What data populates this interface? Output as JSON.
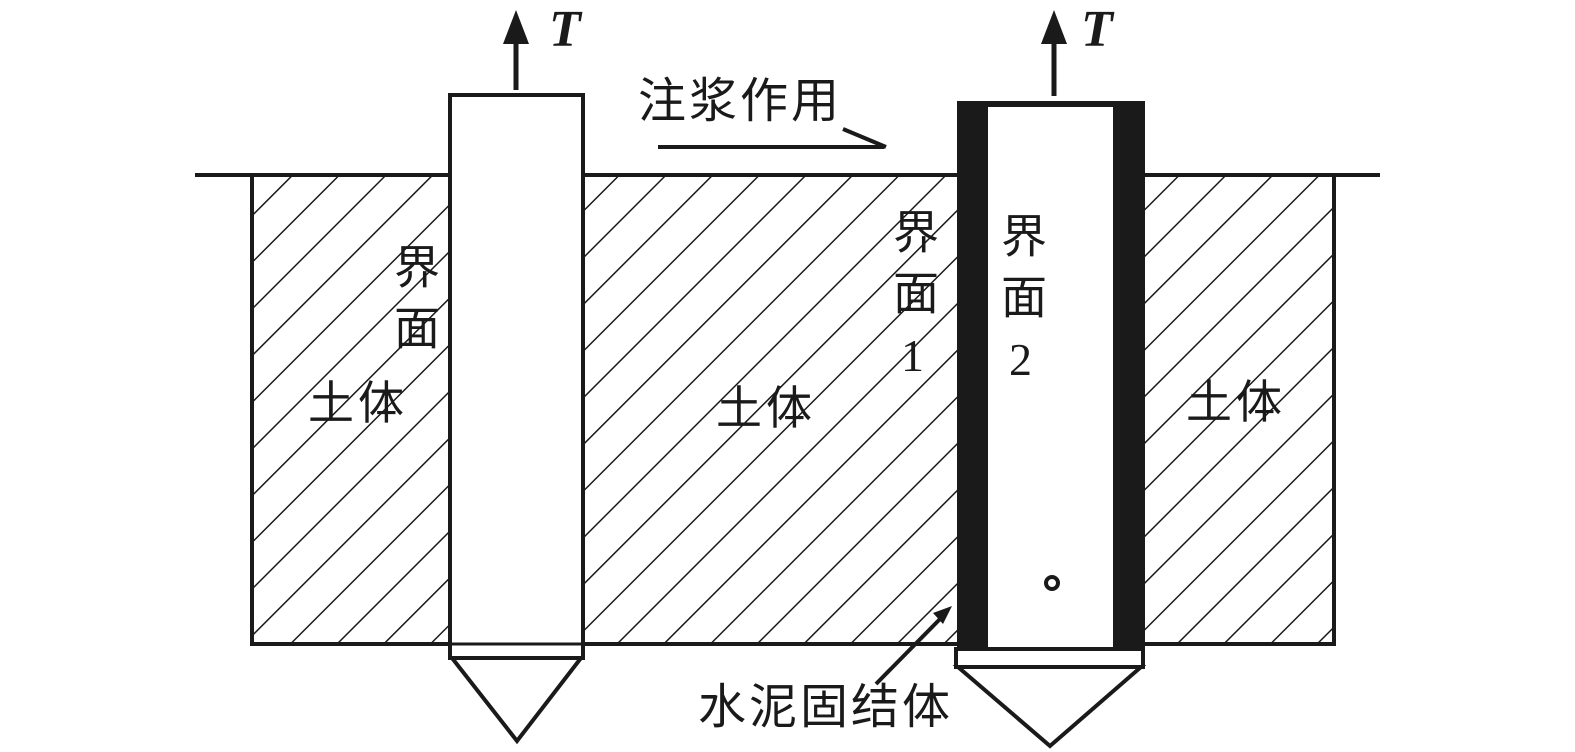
{
  "diagram": {
    "description_labels": {
      "force_left": "T",
      "force_right": "T",
      "grouting": "注浆作用",
      "interface_plain": "界面",
      "interface_1": "界面1",
      "interface_2": "界面2",
      "soil_left": "土体",
      "soil_middle": "土体",
      "soil_right": "土体",
      "cement": "水泥固结体"
    },
    "colors": {
      "ink": "#1a1a1a",
      "paper": "#ffffff",
      "grout_fill": "#1a1a1a",
      "pile_fill": "#ffffff"
    },
    "icons": {
      "uplift_arrow": "up-arrow",
      "leader_arrow": "diagonal-arrow",
      "marker": "small-circle"
    }
  }
}
